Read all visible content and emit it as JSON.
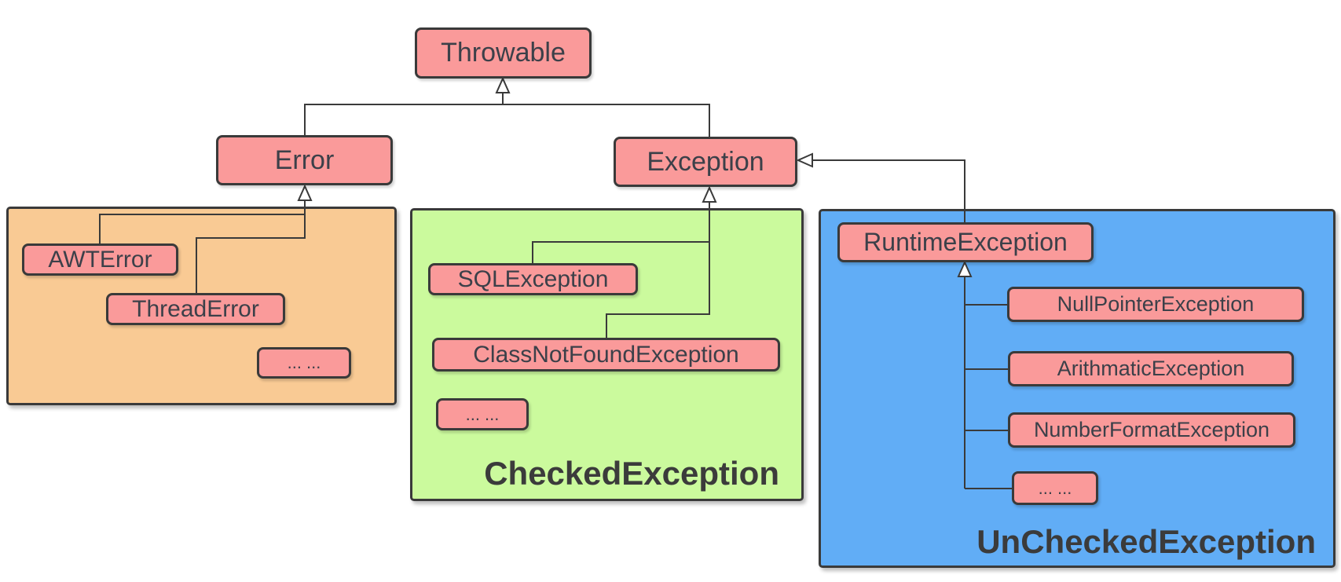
{
  "diagram": {
    "nodes": {
      "throwable": "Throwable",
      "error": "Error",
      "exception": "Exception",
      "awt_error": "AWTError",
      "thread_error": "ThreadError",
      "error_more": "... ...",
      "sql_exception": "SQLException",
      "class_not_found_exception": "ClassNotFoundException",
      "checked_more": "... ...",
      "runtime_exception": "RuntimeException",
      "null_pointer_exception": "NullPointerException",
      "arithmatic_exception": "ArithmaticException",
      "number_format_exception": "NumberFormatException",
      "unchecked_more": "... ..."
    },
    "groups": {
      "checked": {
        "label": "CheckedException"
      },
      "unchecked": {
        "label": "UnCheckedException"
      }
    },
    "colors": {
      "node_fill": "#FA9A9A",
      "error_group_fill": "#F9CA94",
      "checked_group_fill": "#CBFA9D",
      "unchecked_group_fill": "#61ADF6",
      "border": "#3A3A3A",
      "text": "#3C4049",
      "label_text": "#3B3B3B",
      "arrow_fill": "#FFFFFF"
    }
  }
}
